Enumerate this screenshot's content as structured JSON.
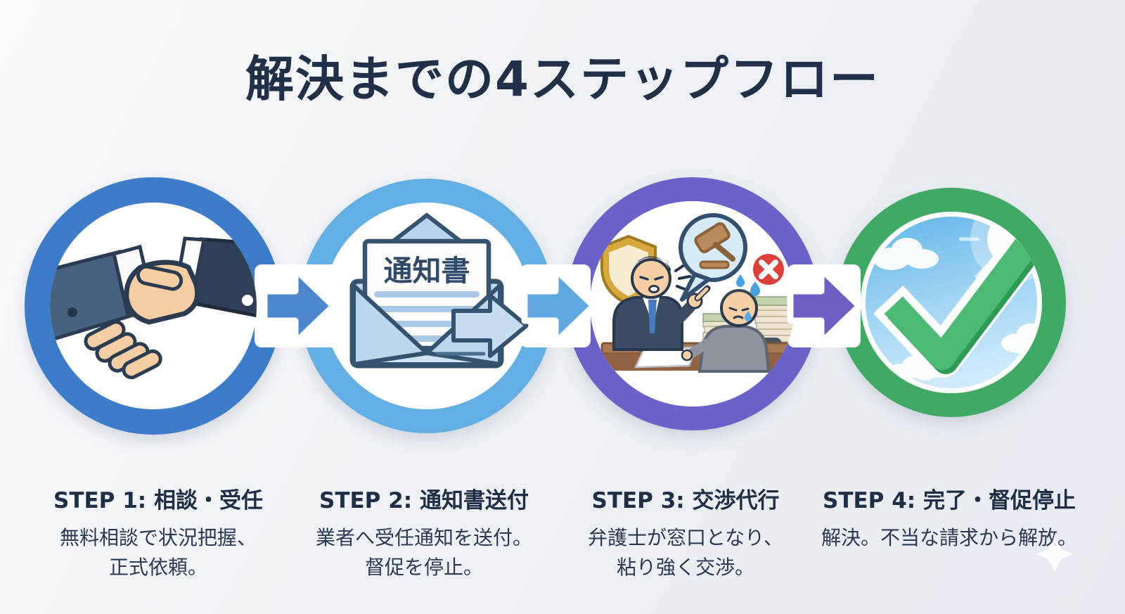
{
  "page": {
    "title": "解決までの4ステップフロー",
    "title_color": "#203049",
    "background_color": "#eef1f5"
  },
  "steps": [
    {
      "heading": "STEP 1: 相談・受任",
      "desc1": "無料相談で状況把握、",
      "desc2": "正式依頼。",
      "ring_color": "#3d7cc9",
      "icon": "handshake-icon"
    },
    {
      "heading": "STEP 2: 通知書送付",
      "desc1": "業者へ受任通知を送付。",
      "desc2": "督促を停止。",
      "ring_color": "#64aee3",
      "icon": "notice-letter-icon",
      "letter_label": "通知書"
    },
    {
      "heading": "STEP 3: 交渉代行",
      "desc1": "弁護士が窓口となり、",
      "desc2": "粘り強く交渉。",
      "ring_color": "#6a62c8",
      "icon": "negotiation-icon"
    },
    {
      "heading": "STEP 4: 完了・督促停止",
      "desc1": "解決。不当な請求から解放。",
      "desc2": "",
      "ring_color": "#3fa964",
      "icon": "checkmark-icon"
    }
  ],
  "flow_arrows": [
    {
      "color": "#4c87cd"
    },
    {
      "color": "#5fa9e0"
    },
    {
      "color": "#6e5fc4"
    }
  ],
  "icon_colors": {
    "shield_gold": "#d9a83c",
    "error_red": "#dd403c",
    "check_green_light": "#4cb974",
    "check_green_dark": "#2e9b55",
    "sky_blue": "#7cc4ea",
    "envelope_blue": "#c3daee",
    "suit_navy": "#3c4c63",
    "skin": "#f7cda4"
  }
}
